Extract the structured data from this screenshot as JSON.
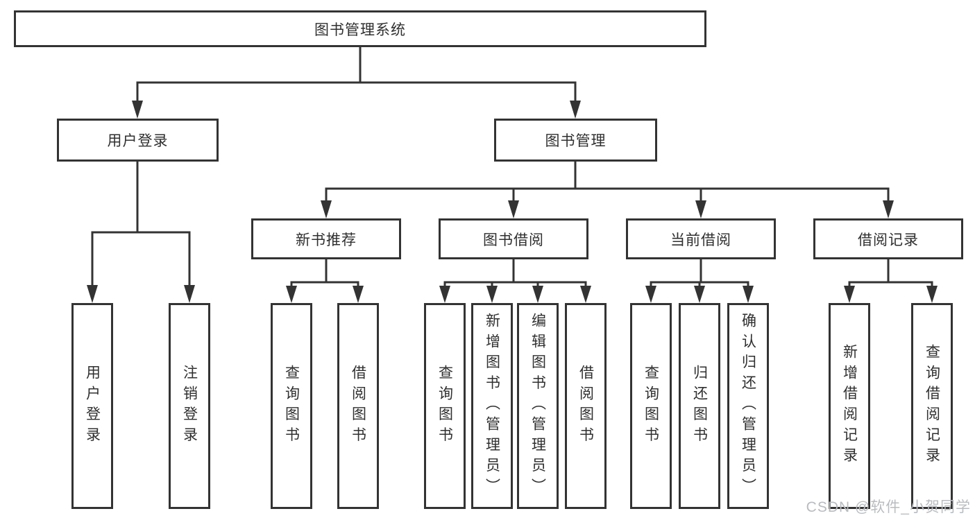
{
  "tree": {
    "root": "图书管理系统",
    "children": [
      {
        "label": "用户登录",
        "leaves": [
          "用户登录",
          "注销登录"
        ]
      },
      {
        "label": "图书管理",
        "children": [
          {
            "label": "新书推荐",
            "leaves": [
              "查询图书",
              "借阅图书"
            ]
          },
          {
            "label": "图书借阅",
            "leaves": [
              "查询图书",
              "新增图书（管理员）",
              "编辑图书（管理员）",
              "借阅图书"
            ]
          },
          {
            "label": "当前借阅",
            "leaves": [
              "查询图书",
              "归还图书",
              "确认归还（管理员）"
            ]
          },
          {
            "label": "借阅记录",
            "leaves": [
              "新增借阅记录",
              "查询借阅记录"
            ]
          }
        ]
      }
    ]
  },
  "watermark": "CSDN @软件_小贺同学",
  "colors": {
    "line": "#333333",
    "text": "#2f2f2f",
    "box_fill": "#ffffff",
    "watermark": "#b9bcbf",
    "background": "#ffffff"
  }
}
